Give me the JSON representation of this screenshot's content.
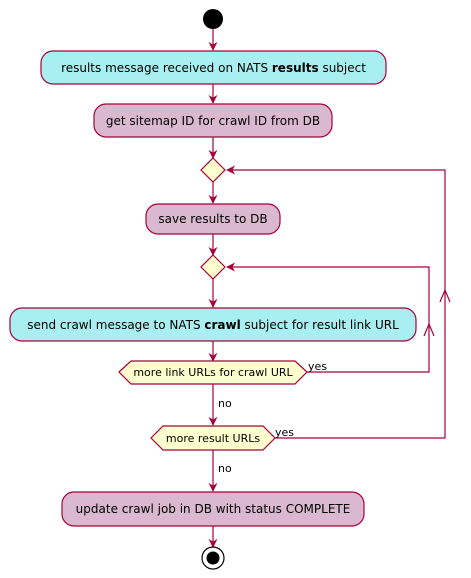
{
  "colors": {
    "stroke": "#A80036",
    "action_cyan": "#A9EEF0",
    "action_pink": "#D9B8D0",
    "decision": "#FEFECE",
    "start_fill": "#000000"
  },
  "nodes": {
    "receive": {
      "prefix": "results message received on NATS ",
      "bold": "results",
      "suffix": " subject"
    },
    "get_sitemap": {
      "label": "get sitemap ID for crawl ID from DB"
    },
    "save_results": {
      "label": "save results to DB"
    },
    "send_crawl": {
      "prefix": "send crawl message to NATS ",
      "bold": "crawl",
      "suffix": " subject for result link URL"
    },
    "more_link_urls": {
      "label": "more link URLs for crawl URL"
    },
    "more_results": {
      "label": "more result URLs"
    },
    "update_job": {
      "label": "update crawl job in DB with status COMPLETE"
    }
  },
  "edges": {
    "inner_yes": "yes",
    "inner_no": "no",
    "outer_yes": "yes",
    "outer_no": "no"
  }
}
